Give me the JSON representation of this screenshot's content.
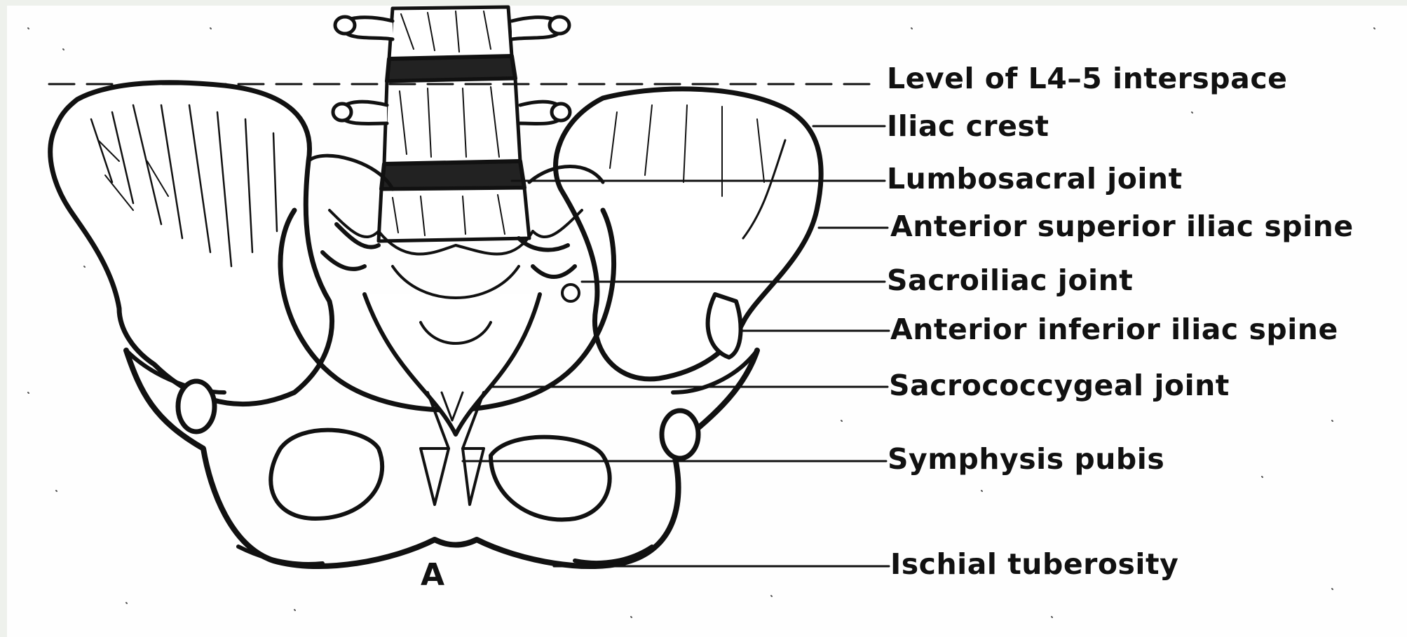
{
  "figure": {
    "panel_letter": "A",
    "labels": [
      {
        "id": "l4-5",
        "text": "Level of L4–5 interspace"
      },
      {
        "id": "iliac-crest",
        "text": "Iliac crest"
      },
      {
        "id": "lumbosacral",
        "text": "Lumbosacral joint"
      },
      {
        "id": "asis",
        "text": "Anterior superior iliac spine"
      },
      {
        "id": "sacroiliac",
        "text": "Sacroiliac joint"
      },
      {
        "id": "aiis",
        "text": "Anterior inferior iliac spine"
      },
      {
        "id": "sacrococcygeal",
        "text": "Sacrococcygeal joint"
      },
      {
        "id": "symphysis",
        "text": "Symphysis pubis"
      },
      {
        "id": "ischial",
        "text": "Ischial tuberosity"
      }
    ]
  },
  "colors": {
    "ink": "#111111",
    "paper": "#fefefe",
    "frame": "#eef1ec"
  }
}
